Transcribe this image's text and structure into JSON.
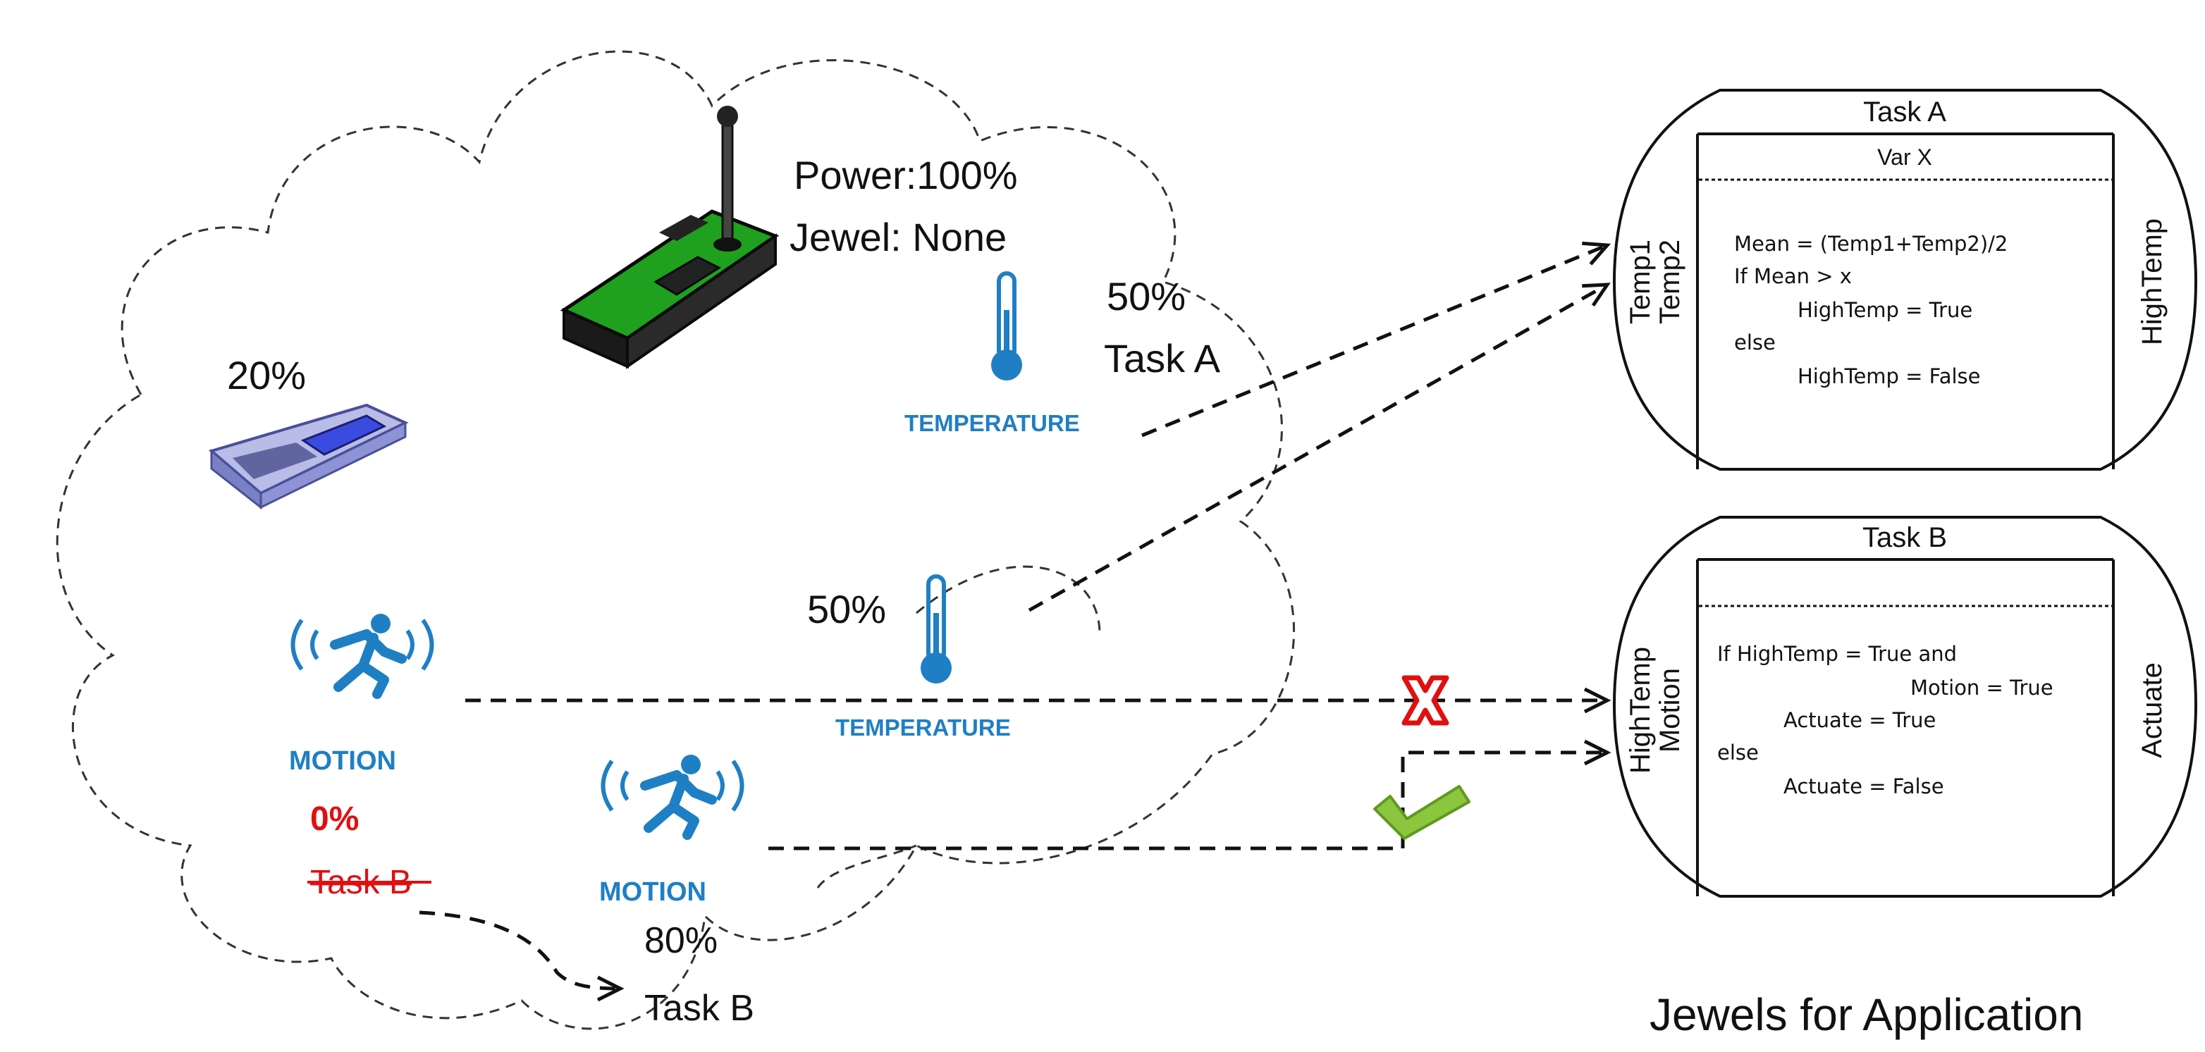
{
  "node": {
    "power": "Power:100%",
    "jewel": "Jewel: None"
  },
  "phone": {
    "percent": "20%"
  },
  "temp1": {
    "percent": "50%",
    "task": "Task A",
    "label": "TEMPERATURE"
  },
  "temp2": {
    "percent": "50%",
    "label": "TEMPERATURE"
  },
  "motion1": {
    "label": "MOTION",
    "percent": "0%",
    "task": "Task B"
  },
  "motion2": {
    "label": "MOTION",
    "percent": "80%",
    "task": "Task B"
  },
  "taskA": {
    "title": "Task A",
    "var": "Var X",
    "inputs": [
      "Temp1",
      "Temp2"
    ],
    "output": "HighTemp",
    "code": [
      "Mean  = (Temp1+Temp2)/2",
      "If Mean > x",
      "HighTemp = True",
      "else",
      "HighTemp = False"
    ]
  },
  "taskB": {
    "title": "Task B",
    "inputs": [
      "HighTemp",
      "Motion"
    ],
    "output": "Actuate",
    "code": [
      "If HighTemp = True and",
      "Motion = True",
      "Actuate = True",
      "else",
      "Actuate = False"
    ]
  },
  "caption": "Jewels for Application",
  "colors": {
    "sensor_blue": "#1f7fc4",
    "fail_red": "#e01010",
    "ok_green": "#8cc63f",
    "board_green": "#1fa01f"
  }
}
